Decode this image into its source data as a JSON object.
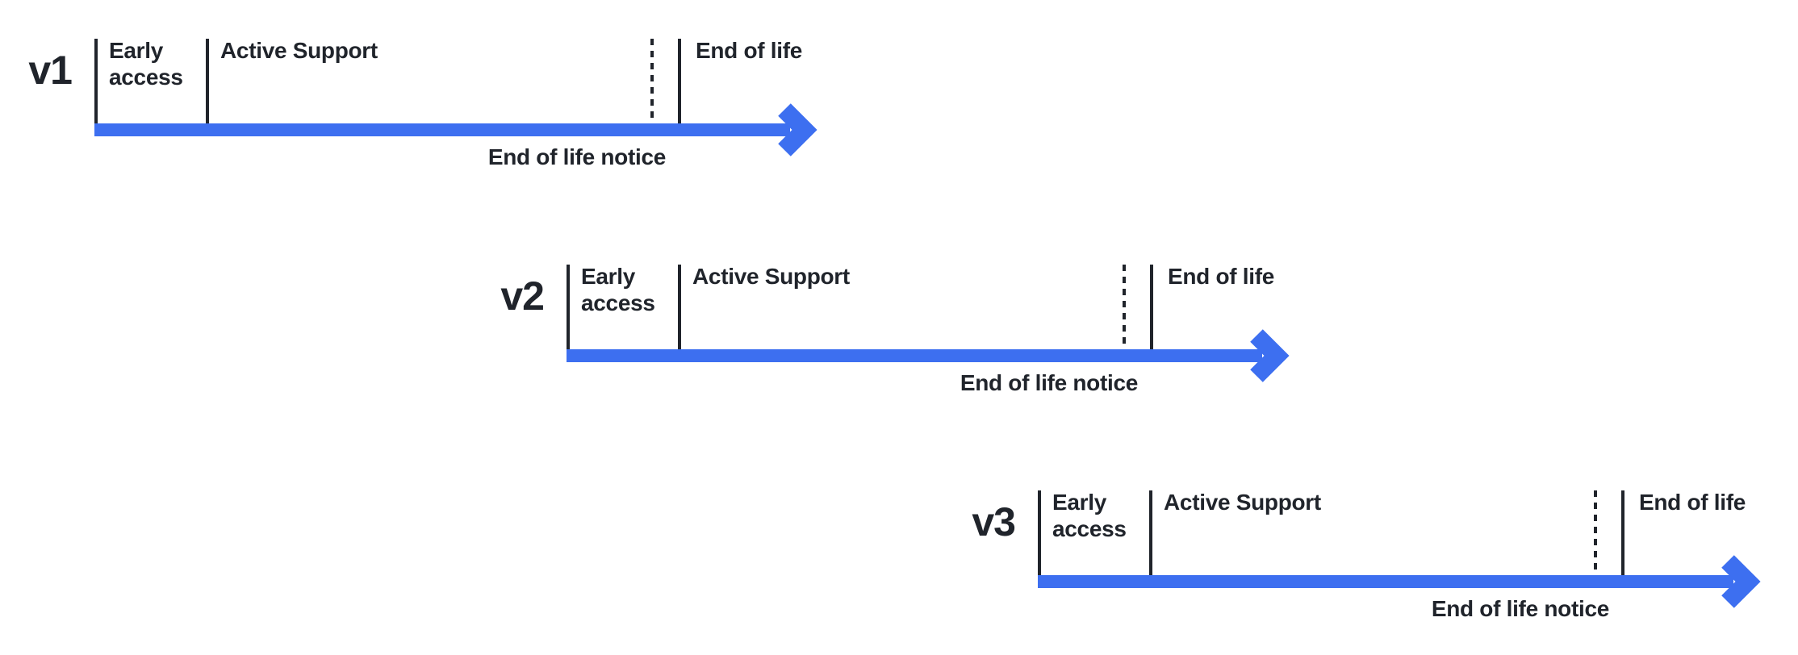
{
  "colors": {
    "arrow_blue": "#3d6ff0",
    "ink": "#20242b",
    "background": "#ffffff"
  },
  "timelines": [
    {
      "version": "v1",
      "labels": {
        "early_access": "Early access",
        "active_support": "Active Support",
        "end_of_life": "End of life",
        "end_of_life_notice": "End of life notice"
      }
    },
    {
      "version": "v2",
      "labels": {
        "early_access": "Early access",
        "active_support": "Active Support",
        "end_of_life": "End of life",
        "end_of_life_notice": "End of life notice"
      }
    },
    {
      "version": "v3",
      "labels": {
        "early_access": "Early access",
        "active_support": "Active Support",
        "end_of_life": "End of life",
        "end_of_life_notice": "End of life notice"
      }
    }
  ]
}
